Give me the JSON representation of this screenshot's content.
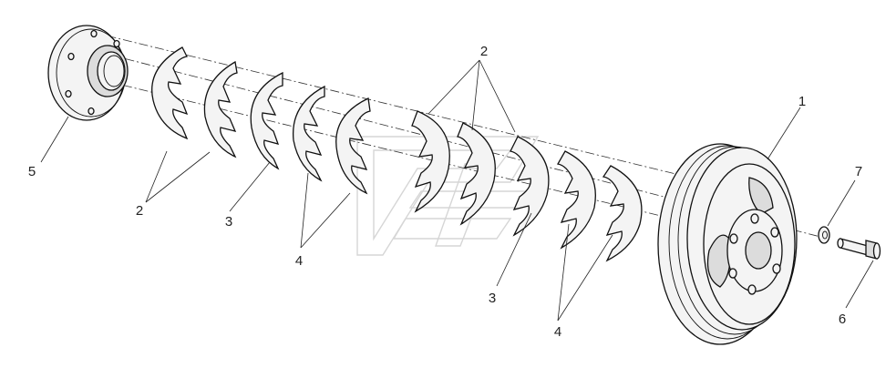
{
  "callouts": {
    "c1": "1",
    "c2_left": "2",
    "c2_top": "2",
    "c3_left": "3",
    "c3_right": "3",
    "c4_left": "4",
    "c4_right": "4",
    "c5": "5",
    "c6": "6",
    "c7": "7"
  },
  "colors": {
    "line": "#111111",
    "background": "#ffffff",
    "watermark": "#d6d6d6"
  }
}
